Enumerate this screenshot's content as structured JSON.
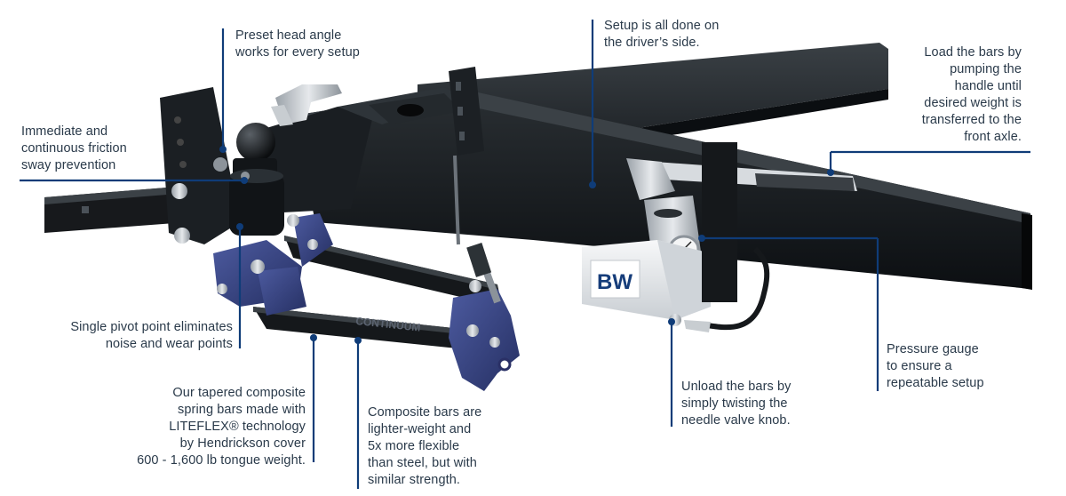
{
  "callouts": {
    "head_angle": "Preset head angle\nworks for every setup",
    "setup_side": "Setup is all done on\nthe driver’s side.",
    "load_bars": "Load the bars by\npumping the\nhandle until\ndesired weight is\ntransferred to the\nfront axle.",
    "sway": "Immediate and\ncontinuous friction\nsway prevention",
    "pivot": "Single pivot point eliminates\nnoise and wear points",
    "tapered": "Our tapered composite\nspring bars made with\nLITEFLEX® technology\nby Hendrickson cover\n600 - 1,600 lb tongue weight.",
    "composite": "Composite bars are\nlighter-weight and\n5x more flexible\nthan steel, but with\nsimilar strength.",
    "unload": "Unload the bars by\nsimply twisting the\nneedle valve knob.",
    "gauge": "Pressure gauge\nto ensure a\nrepeatable setup"
  },
  "product": {
    "logo": "BW",
    "bar_marking": "CONTINUUM"
  },
  "colors": {
    "leader": "#0f3c78",
    "text": "#2a3a4a",
    "frame": "#15191d",
    "bracket": "#3c4a86",
    "pump_body": "#e9ecef",
    "logo_blue": "#163d7a"
  }
}
